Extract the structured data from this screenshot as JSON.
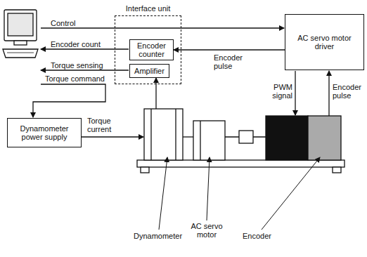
{
  "diagram": {
    "nodes": [
      {
        "text": [
          "Interface unit"
        ]
      },
      {
        "text": [
          "Encoder counter"
        ],
        "in": 0
      },
      {
        "text": [
          "Amplifier"
        ],
        "in": 0
      },
      {
        "text": [
          "AC servo motor driver"
        ]
      },
      {
        "text": [
          "Dynamometer power supply"
        ]
      }
    ],
    "edges": [
      {
        "from": 3,
        "to": 1,
        "label": "Encoder pulse",
        "arrow": "to"
      }
    ],
    "labels": [
      "Control",
      "Encoder count",
      "Torque sensing",
      "Torque command",
      "Torque current",
      "PWM signal",
      "Encoder pulse",
      "Dynamometer",
      "AC servo motor",
      "Encoder"
    ]
  }
}
